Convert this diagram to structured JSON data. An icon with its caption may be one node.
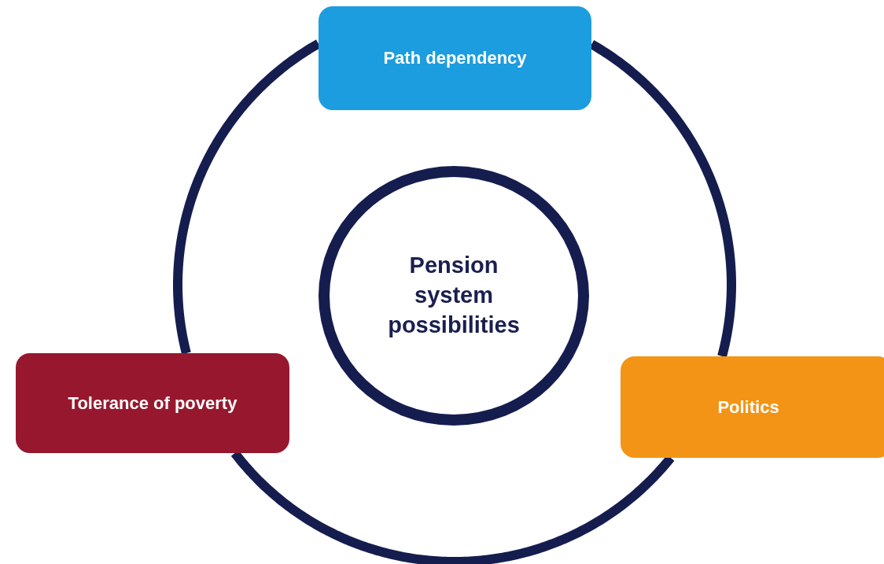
{
  "diagram": {
    "nodes": [
      {
        "text": [
          "Path dependency"
        ]
      },
      {
        "text": [
          "Pension system possibilities"
        ]
      },
      {
        "text": [
          "Tolerance of poverty"
        ]
      },
      {
        "text": [
          "Politics"
        ]
      }
    ],
    "edges": [
      {
        "from": 0,
        "to": 3,
        "arrow": "none"
      },
      {
        "from": 3,
        "to": 2,
        "arrow": "none"
      },
      {
        "from": 2,
        "to": 0,
        "arrow": "none"
      }
    ]
  }
}
